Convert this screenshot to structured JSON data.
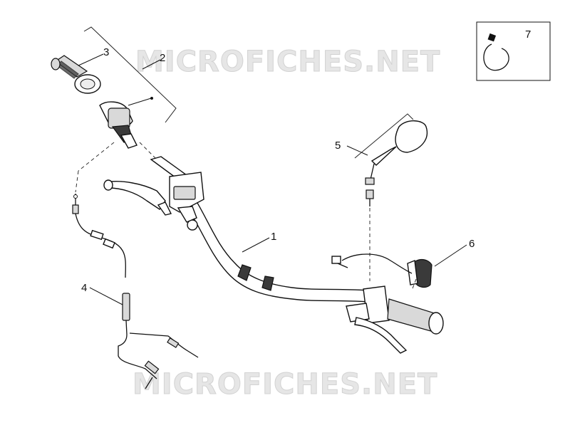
{
  "watermark": {
    "top": "MICROFICHES.NET",
    "bottom": "MICROFICHES.NET"
  },
  "callouts": {
    "c1": "1",
    "c2": "2",
    "c3": "3",
    "c4": "4",
    "c5": "5",
    "c6": "6",
    "c7": "7"
  },
  "parts": [
    {
      "ref": "1",
      "name": "handlebar-tube"
    },
    {
      "ref": "2",
      "name": "throttle-control-group"
    },
    {
      "ref": "3",
      "name": "handgrip"
    },
    {
      "ref": "4",
      "name": "throttle-cable"
    },
    {
      "ref": "5",
      "name": "rear-view-mirror"
    },
    {
      "ref": "6",
      "name": "switch-unit"
    },
    {
      "ref": "7",
      "name": "cable-tie"
    }
  ]
}
